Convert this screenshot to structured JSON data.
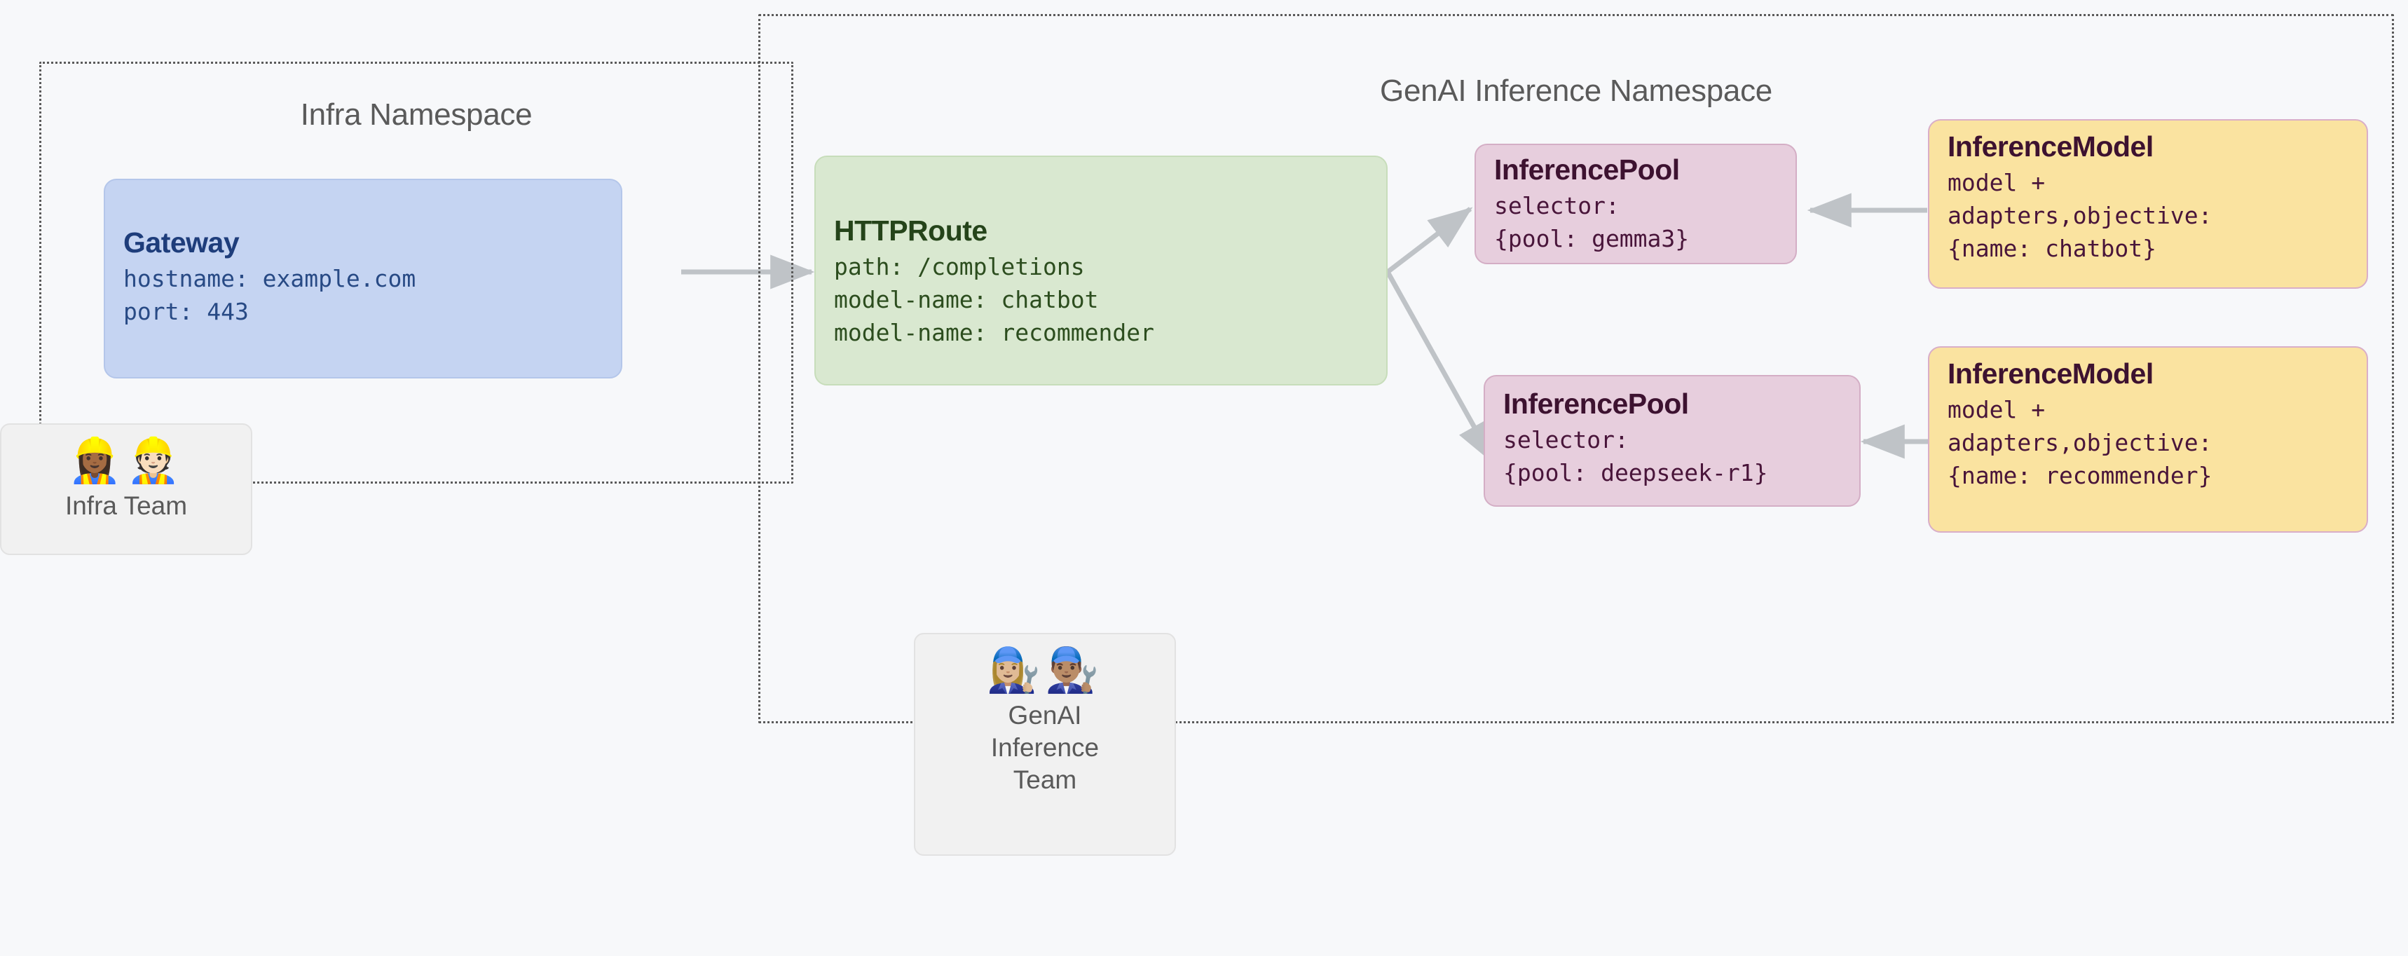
{
  "diagram": {
    "background_color": "#f7f8fa",
    "namespaces": [
      {
        "id": "infra",
        "title": "Infra Namespace",
        "border_color": "#5a5a5a",
        "border_style": "dotted"
      },
      {
        "id": "genai",
        "title": "GenAI Inference Namespace",
        "border_color": "#5a5a5a",
        "border_style": "dotted"
      }
    ],
    "nodes": {
      "gateway": {
        "title": "Gateway",
        "lines": "hostname: example.com\nport: 443",
        "fill": "#c5d4f2",
        "stroke": "#b4c6ea",
        "title_color": "#1e3d7b"
      },
      "httproute": {
        "title": "HTTPRoute",
        "lines": "path: /completions\nmodel-name: chatbot\nmodel-name: recommender",
        "fill": "#d9e8d0",
        "stroke": "#c7ddba",
        "title_color": "#25441a"
      },
      "pool_gemma": {
        "title": "InferencePool",
        "lines": "selector:\n{pool: gemma3}",
        "fill": "#e7cedd",
        "stroke": "#d4aec5",
        "title_color": "#3d1230"
      },
      "pool_deepseek": {
        "title": "InferencePool",
        "lines": "selector:\n{pool: deepseek-r1}",
        "fill": "#e7cedd",
        "stroke": "#d4aec5",
        "title_color": "#3d1230"
      },
      "model_chatbot": {
        "title": "InferenceModel",
        "lines": "model +\nadapters,objective:\n{name: chatbot}",
        "fill": "#fae3a0",
        "stroke": "#d9aec8",
        "title_color": "#3d1230"
      },
      "model_recommender": {
        "title": "InferenceModel",
        "lines": "model +\nadapters,objective:\n{name: recommender}",
        "fill": "#fae3a0",
        "stroke": "#d9aec8",
        "title_color": "#3d1230"
      }
    },
    "teams": [
      {
        "id": "infra-team",
        "label": "Infra Team",
        "emoji": "👷🏾‍♀️👷🏻",
        "icon_names": [
          "construction-worker-woman-icon",
          "construction-worker-man-icon"
        ]
      },
      {
        "id": "genai-team",
        "label": "GenAI\nInference\nTeam",
        "emoji": "👩🏼‍🔧👨🏽‍🔧",
        "icon_names": [
          "mechanic-woman-icon",
          "mechanic-man-icon"
        ]
      }
    ],
    "edges": [
      {
        "from": "gateway",
        "to": "httproute",
        "label": "",
        "color": "#bfc3c7"
      },
      {
        "from": "httproute",
        "to": "pool_gemma",
        "label": "",
        "color": "#bfc3c7"
      },
      {
        "from": "httproute",
        "to": "pool_deepseek",
        "label": "",
        "color": "#bfc3c7"
      },
      {
        "from": "model_chatbot",
        "to": "pool_gemma",
        "label": "",
        "color": "#bfc3c7"
      },
      {
        "from": "model_recommender",
        "to": "pool_deepseek",
        "label": "",
        "color": "#bfc3c7"
      }
    ]
  }
}
